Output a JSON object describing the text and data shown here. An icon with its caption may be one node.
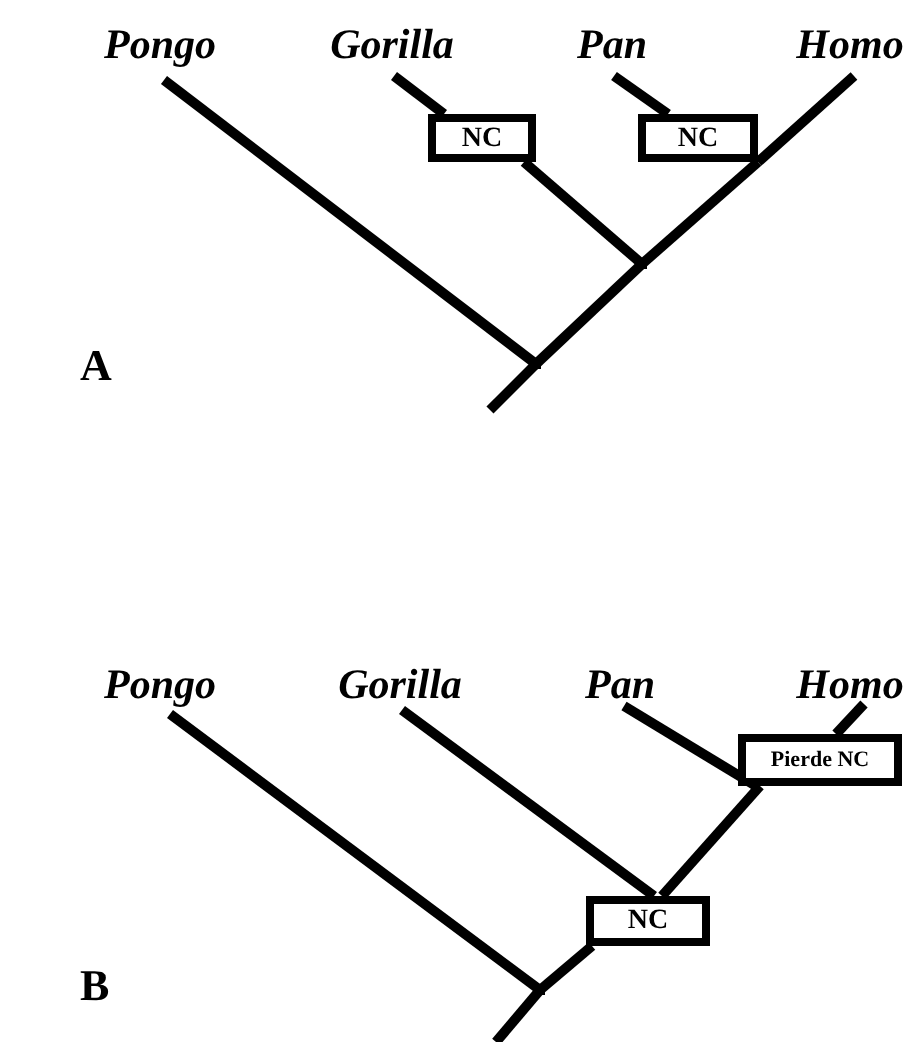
{
  "diagram": {
    "nodes": [
      {
        "text": [
          "Pongo"
        ]
      },
      {
        "text": [
          "Gorilla"
        ]
      },
      {
        "text": [
          "Pan"
        ]
      },
      {
        "text": [
          "Homo"
        ]
      },
      {
        "text": [
          "NC"
        ]
      },
      {
        "text": [
          "NC"
        ]
      },
      {
        "text": [],
        "shape": "point"
      },
      {
        "text": [],
        "shape": "point"
      },
      {
        "text": [
          "Pongo"
        ]
      },
      {
        "text": [
          "Gorilla"
        ]
      },
      {
        "text": [
          "Pan"
        ]
      },
      {
        "text": [
          "Homo"
        ]
      },
      {
        "text": [
          "Pierde NC"
        ]
      },
      {
        "text": [
          "NC"
        ]
      },
      {
        "text": [],
        "shape": "point"
      }
    ],
    "edges": [
      {
        "from": 0,
        "to": 6,
        "arrow": "none"
      },
      {
        "from": null,
        "to": 6,
        "arrow": "none"
      },
      {
        "from": 6,
        "to": 7,
        "arrow": "none"
      },
      {
        "from": 1,
        "to": 4,
        "arrow": "none"
      },
      {
        "from": 4,
        "to": 7,
        "arrow": "none"
      },
      {
        "from": 7,
        "to": 5,
        "arrow": "none"
      },
      {
        "from": 2,
        "to": 5,
        "arrow": "none"
      },
      {
        "from": 5,
        "to": 3,
        "arrow": "none"
      },
      {
        "from": 8,
        "to": 14,
        "arrow": "none"
      },
      {
        "from": null,
        "to": 14,
        "arrow": "none"
      },
      {
        "from": 14,
        "to": 13,
        "arrow": "none"
      },
      {
        "from": 9,
        "to": 13,
        "arrow": "none"
      },
      {
        "from": 13,
        "to": 12,
        "arrow": "none"
      },
      {
        "from": 10,
        "to": 12,
        "arrow": "none"
      },
      {
        "from": 12,
        "to": 11,
        "arrow": "none"
      }
    ],
    "labels": [
      "A",
      "B"
    ]
  }
}
